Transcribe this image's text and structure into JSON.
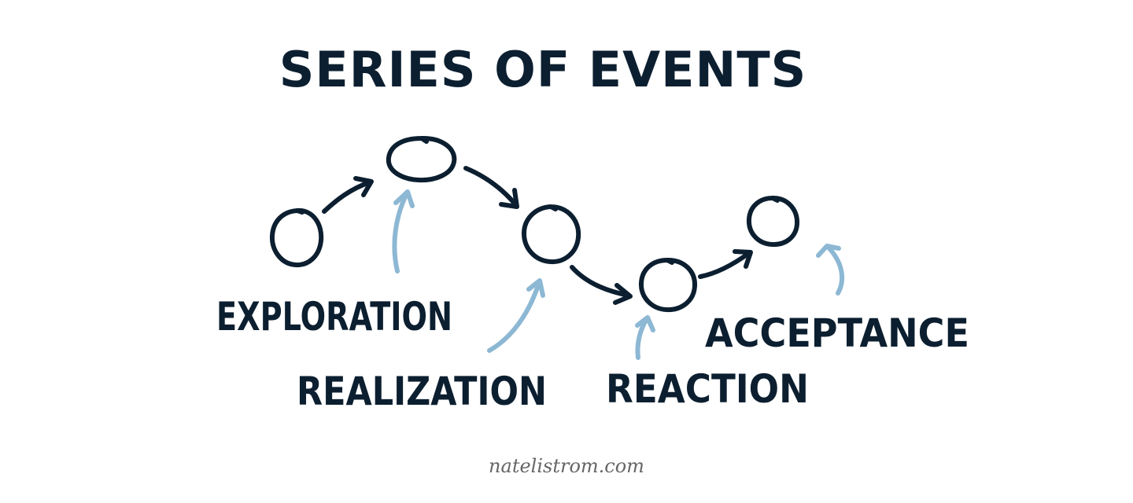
{
  "title": "SERIES OF EVENTS",
  "stages": [
    {
      "id": "exploration",
      "label": "EXPLORATION"
    },
    {
      "id": "realization",
      "label": "REALIZATION"
    },
    {
      "id": "reaction",
      "label": "REACTION"
    },
    {
      "id": "acceptance",
      "label": "ACCEPTANCE"
    }
  ],
  "footer": "natelistrom.com",
  "colors": {
    "ink": "#0c1f30",
    "pointer": "#8db8d4",
    "footer": "#666666",
    "background": "#ffffff"
  }
}
